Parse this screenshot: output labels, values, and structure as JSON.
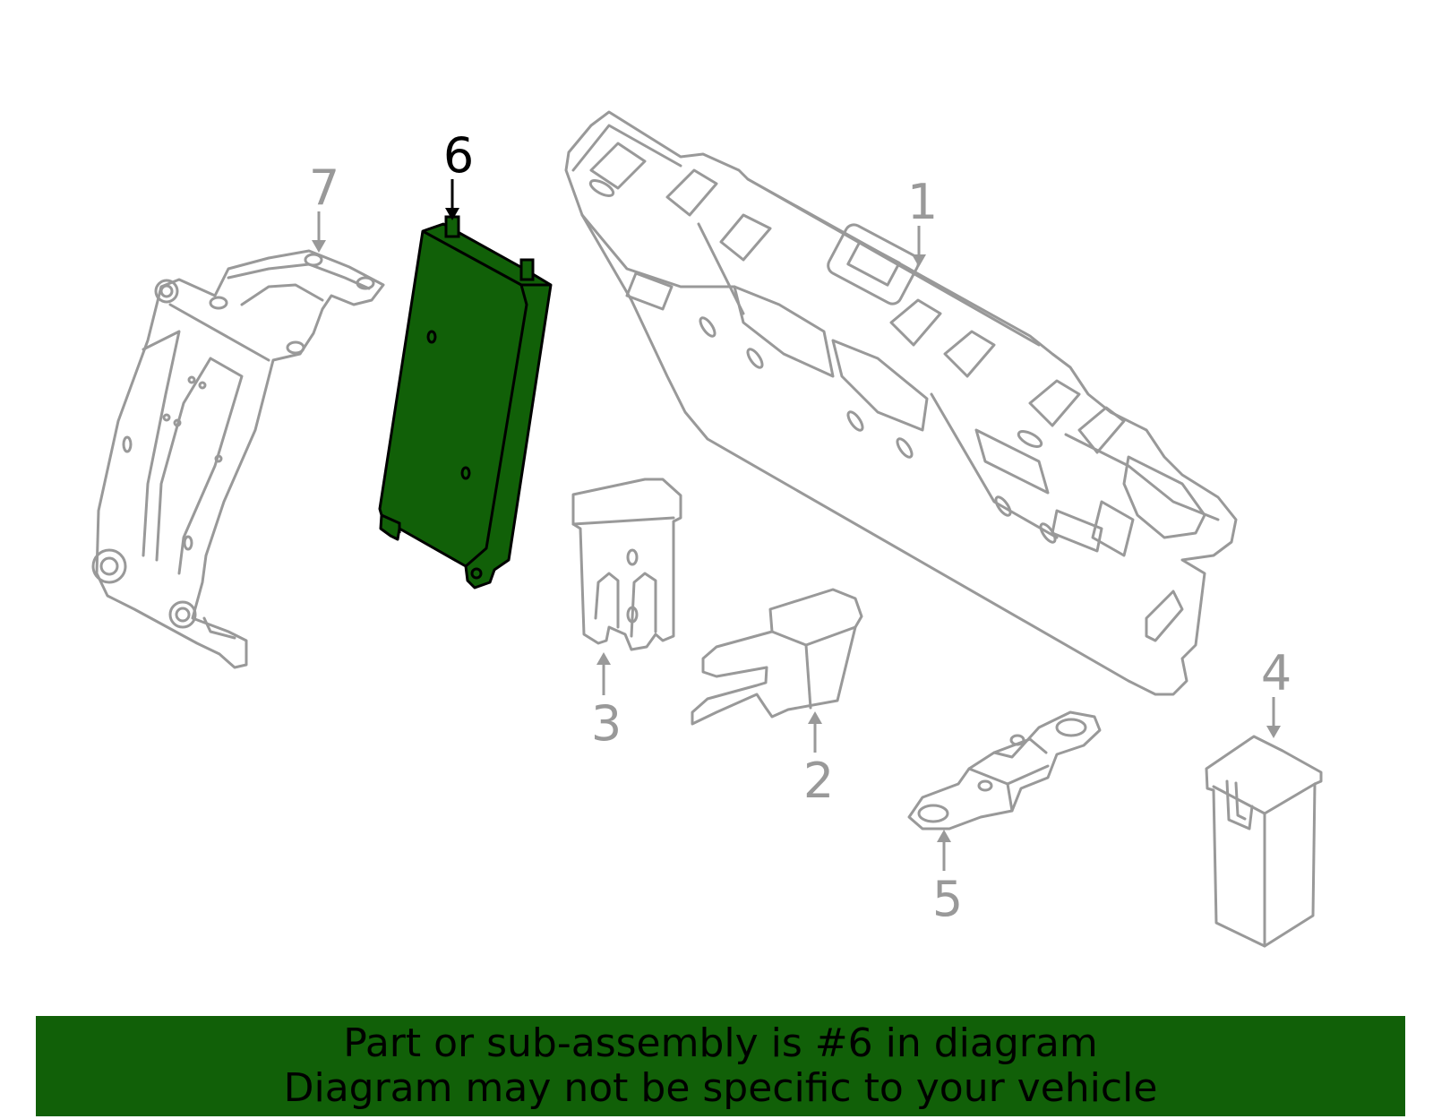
{
  "colors": {
    "highlight": "#116008",
    "gray": "#999999",
    "black": "#000000",
    "banner": "#116008"
  },
  "callouts": {
    "c1": "1",
    "c2": "2",
    "c3": "3",
    "c4": "4",
    "c5": "5",
    "c6": "6",
    "c7": "7"
  },
  "banner": {
    "line1": "Part or sub-assembly is #6 in diagram",
    "line2": "Diagram may not be specific to your vehicle"
  }
}
